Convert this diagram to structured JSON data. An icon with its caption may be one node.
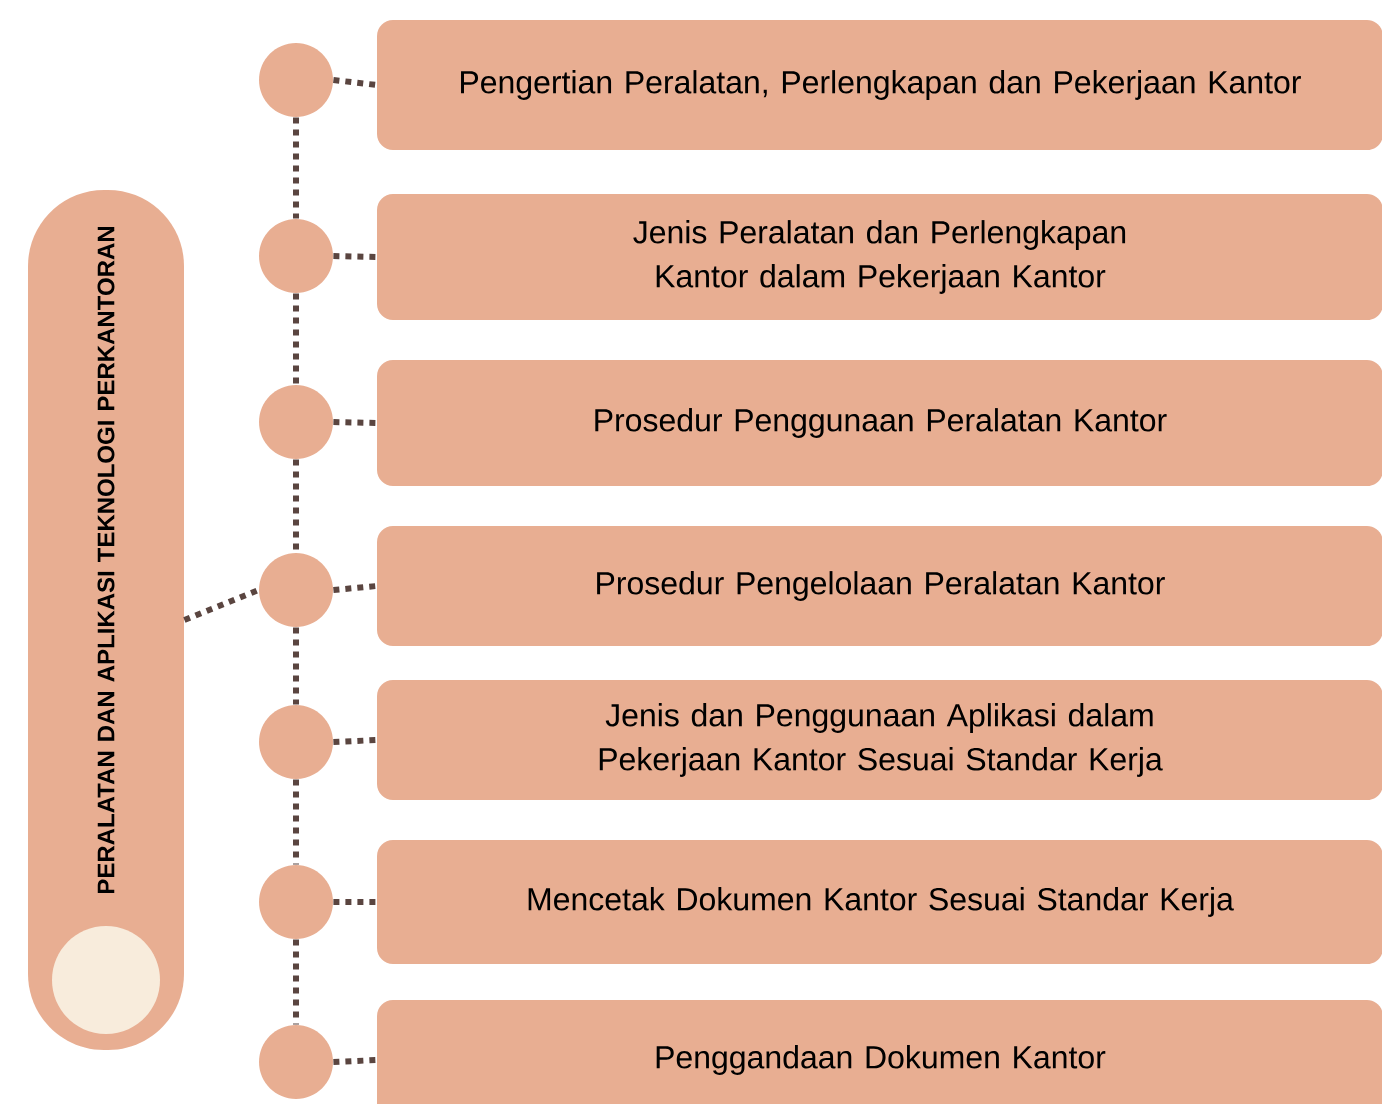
{
  "diagram": {
    "nodes": [
      {
        "text": [
          "PERALATAN DAN APLIKASI TEKNOLOGI PERKANTORAN"
        ]
      },
      {
        "text": [],
        "shape": "circle",
        "in": 0
      },
      {
        "text": [],
        "shape": "circle"
      },
      {
        "text": [
          "Pengertian Peralatan, Perlengkapan dan Pekerjaan Kantor"
        ]
      },
      {
        "text": [],
        "shape": "circle"
      },
      {
        "text": [
          "Jenis Peralatan dan Perlengkapan Kantor dalam Pekerjaan Kantor"
        ]
      },
      {
        "text": [],
        "shape": "circle"
      },
      {
        "text": [
          "Prosedur Penggunaan Peralatan Kantor"
        ]
      },
      {
        "text": [],
        "shape": "circle"
      },
      {
        "text": [
          "Prosedur Pengelolaan Peralatan Kantor"
        ]
      },
      {
        "text": [],
        "shape": "circle"
      },
      {
        "text": [
          "Jenis dan Penggunaan Aplikasi dalam Pekerjaan Kantor Sesuai Standar Kerja"
        ]
      },
      {
        "text": [],
        "shape": "circle"
      },
      {
        "text": [
          "Mencetak Dokumen Kantor Sesuai Standar Kerja"
        ]
      },
      {
        "text": [],
        "shape": "circle"
      },
      {
        "text": [
          "Penggandaan Dokumen Kantor"
        ]
      }
    ],
    "edges": [
      {
        "from": 0,
        "to": 8,
        "arrow": "none"
      },
      {
        "from": 2,
        "to": 4,
        "arrow": "none"
      },
      {
        "from": 4,
        "to": 6,
        "arrow": "none"
      },
      {
        "from": 6,
        "to": 8,
        "arrow": "none"
      },
      {
        "from": 8,
        "to": 10,
        "arrow": "none"
      },
      {
        "from": 10,
        "to": 12,
        "arrow": "none"
      },
      {
        "from": 12,
        "to": 14,
        "arrow": "none"
      },
      {
        "from": 2,
        "to": 3,
        "arrow": "none"
      },
      {
        "from": 4,
        "to": 5,
        "arrow": "none"
      },
      {
        "from": 6,
        "to": 7,
        "arrow": "none"
      },
      {
        "from": 8,
        "to": 9,
        "arrow": "none"
      },
      {
        "from": 10,
        "to": 11,
        "arrow": "none"
      },
      {
        "from": 12,
        "to": 13,
        "arrow": "none"
      },
      {
        "from": 14,
        "to": 15,
        "arrow": "none"
      }
    ]
  }
}
